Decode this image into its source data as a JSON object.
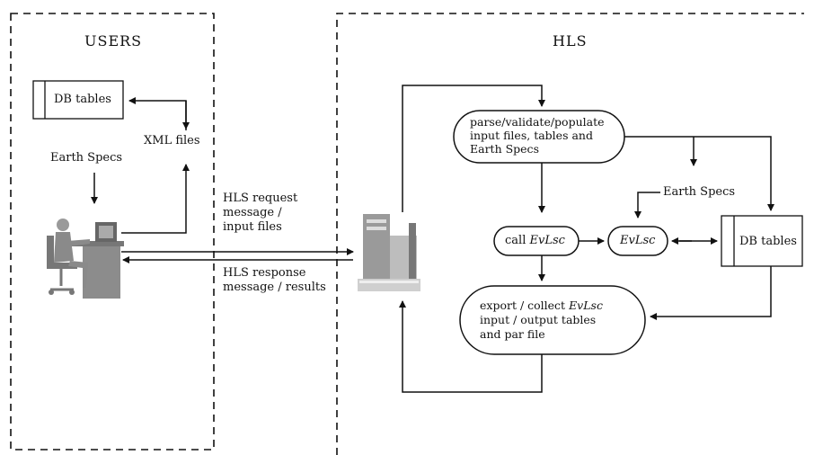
{
  "diagram": {
    "users_title": "USERS",
    "hls_title": "HLS",
    "users": {
      "db_tables": "DB tables",
      "xml_files": "XML files",
      "earth_specs": "Earth Specs"
    },
    "messages": {
      "request_line1": "HLS request",
      "request_line2": "message /",
      "request_line3": "input files",
      "response_line1": "HLS response",
      "response_line2": "message / results"
    },
    "hls": {
      "parse_line1": "parse/validate/populate",
      "parse_line2": "input files, tables and",
      "parse_line3": "Earth Specs",
      "earth_specs": "Earth Specs",
      "call_prefix": "call ",
      "evlsc": "EvLsc",
      "evlsc_box": "EvLsc",
      "db_tables": "DB tables",
      "export_line1_prefix": "export / collect ",
      "export_line1_italic": "EvLsc",
      "export_line2": "input / output tables",
      "export_line3": "and par file"
    },
    "colors": {
      "line": "#111111",
      "computer_gray": "#9a9a9a",
      "person_gray": "#8c8c8c"
    },
    "icons": [
      "user-at-workstation-icon",
      "server-computer-icon"
    ]
  }
}
